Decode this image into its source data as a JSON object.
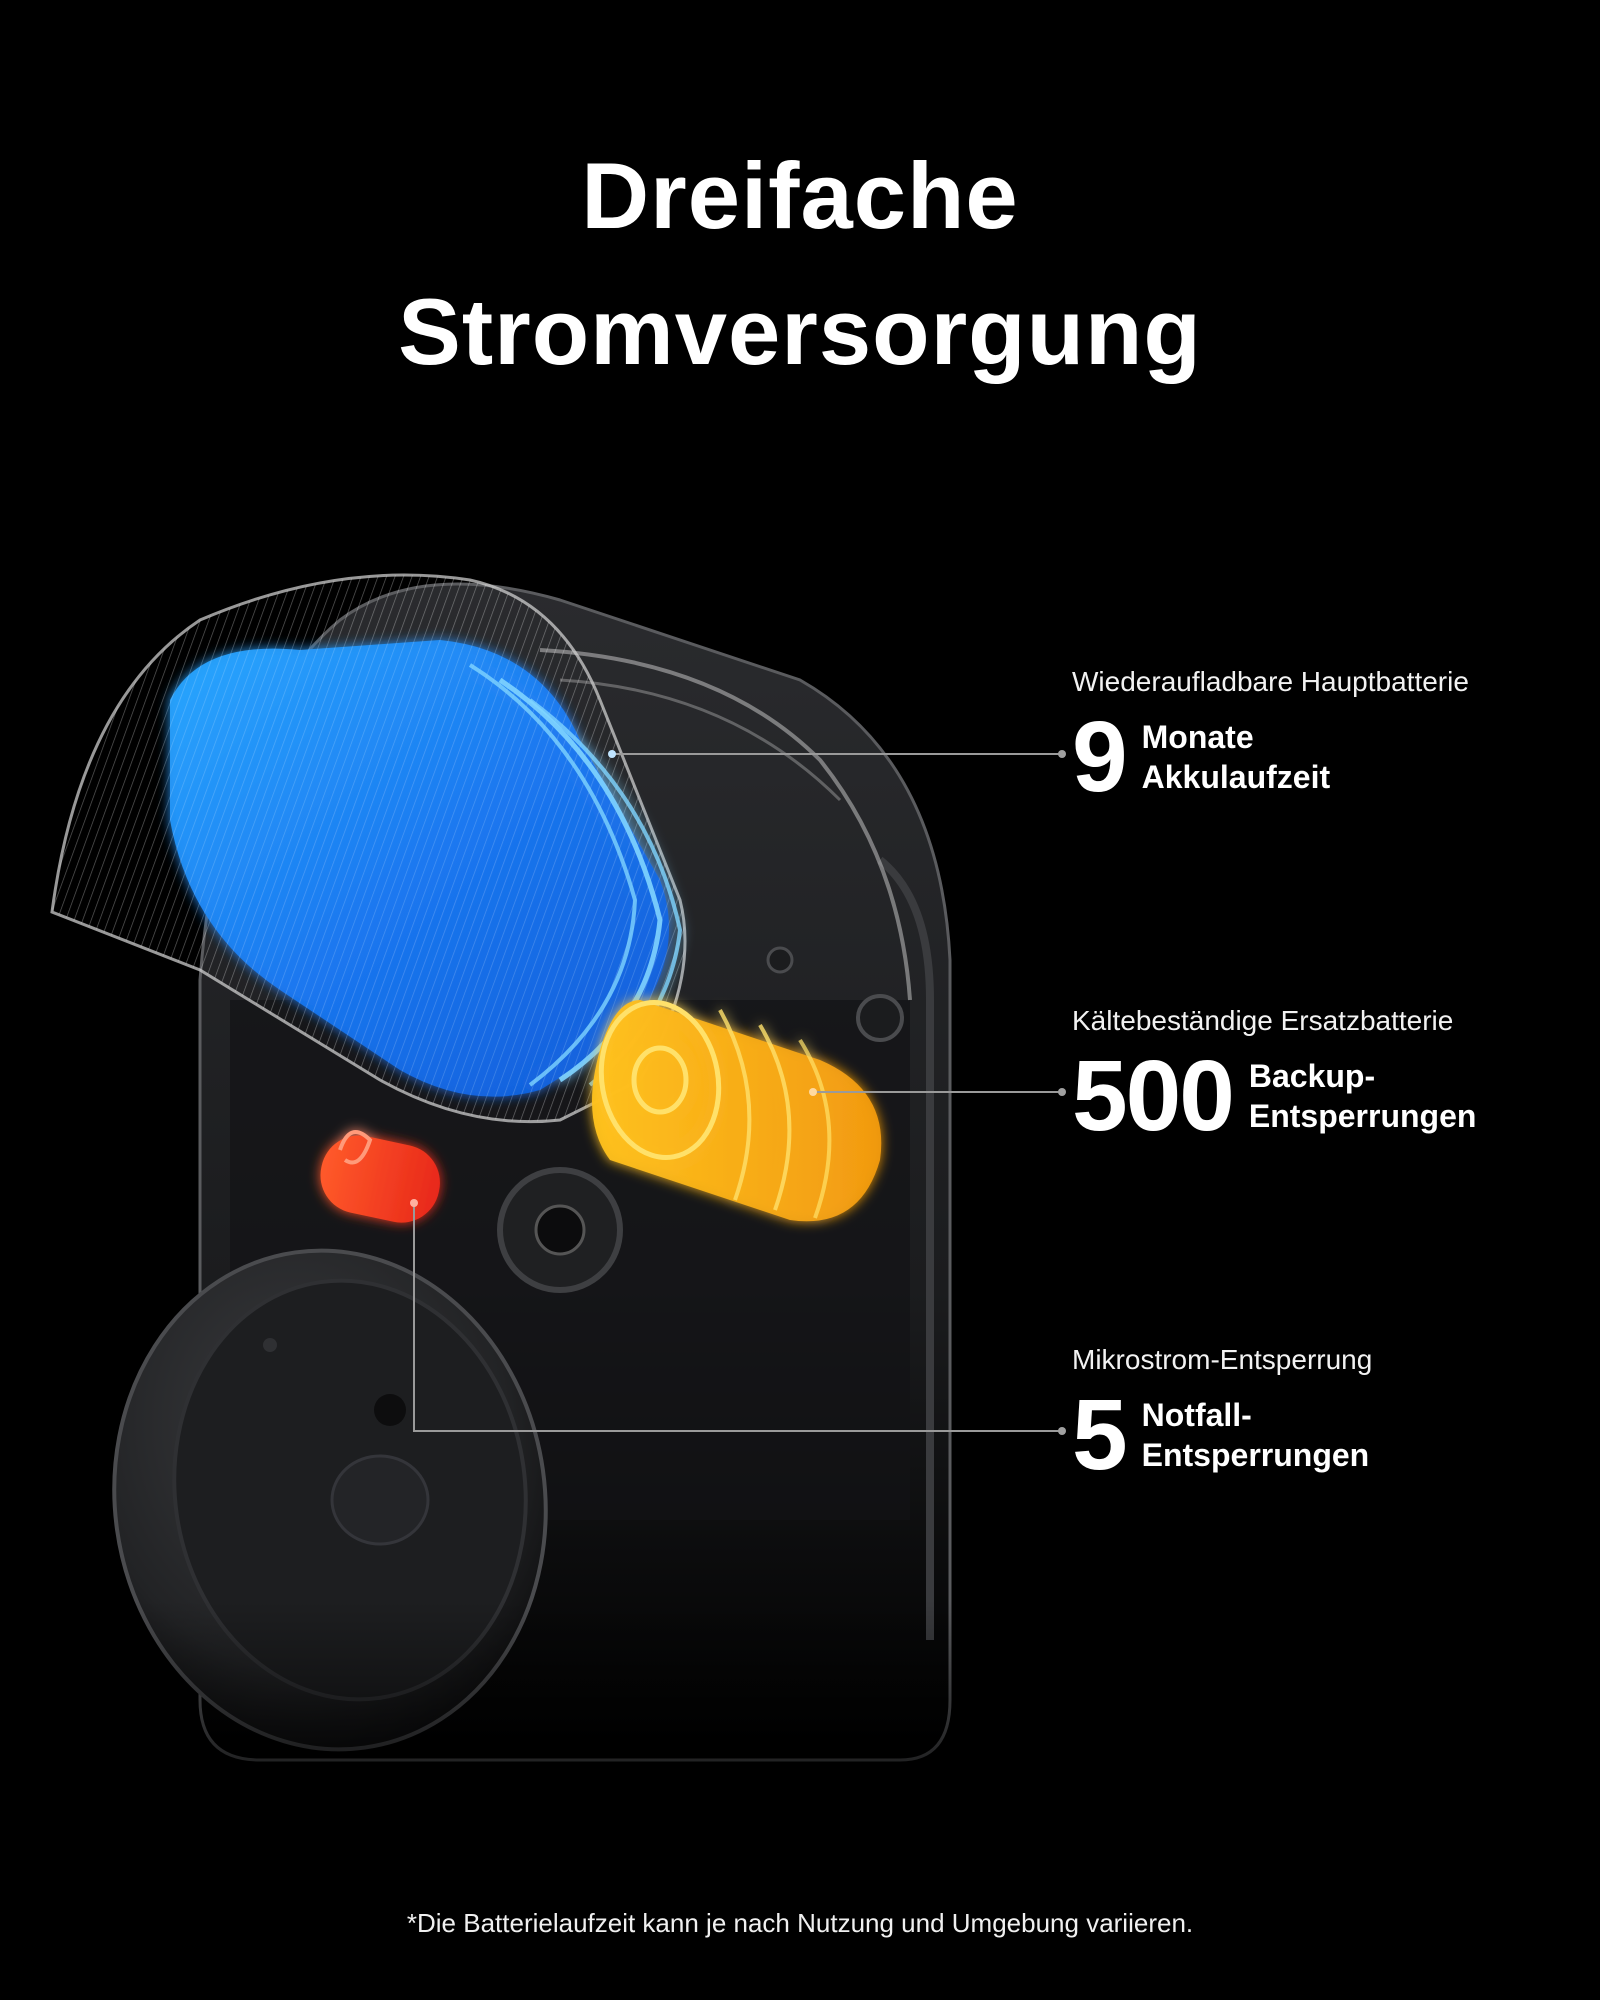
{
  "headline": {
    "line1": "Dreifache",
    "line2": "Stromversorgung"
  },
  "callouts": [
    {
      "label": "Wiederaufladbare Hauptbatterie",
      "value": "9",
      "desc_line1": "Monate",
      "desc_line2": "Akkulaufzeit",
      "color": "#1e90ff"
    },
    {
      "label": "Kältebeständige Ersatzbatterie",
      "value": "500",
      "desc_line1": "Backup-",
      "desc_line2": "Entsperrungen",
      "color": "#ffa51a"
    },
    {
      "label": "Mikrostrom-Entsperrung",
      "value": "5",
      "desc_line1": "Notfall-",
      "desc_line2": "Entsperrungen",
      "color": "#ff3b1f"
    }
  ],
  "footnote": "*Die Batterielaufzeit kann je nach Nutzung und Umgebung variieren.",
  "colors": {
    "background": "#000000",
    "text": "#ffffff",
    "leader_line": "#9a9a9a",
    "main_battery": "#1e90ff",
    "backup_battery": "#ffa51a",
    "micro_current": "#ff3b1f"
  }
}
